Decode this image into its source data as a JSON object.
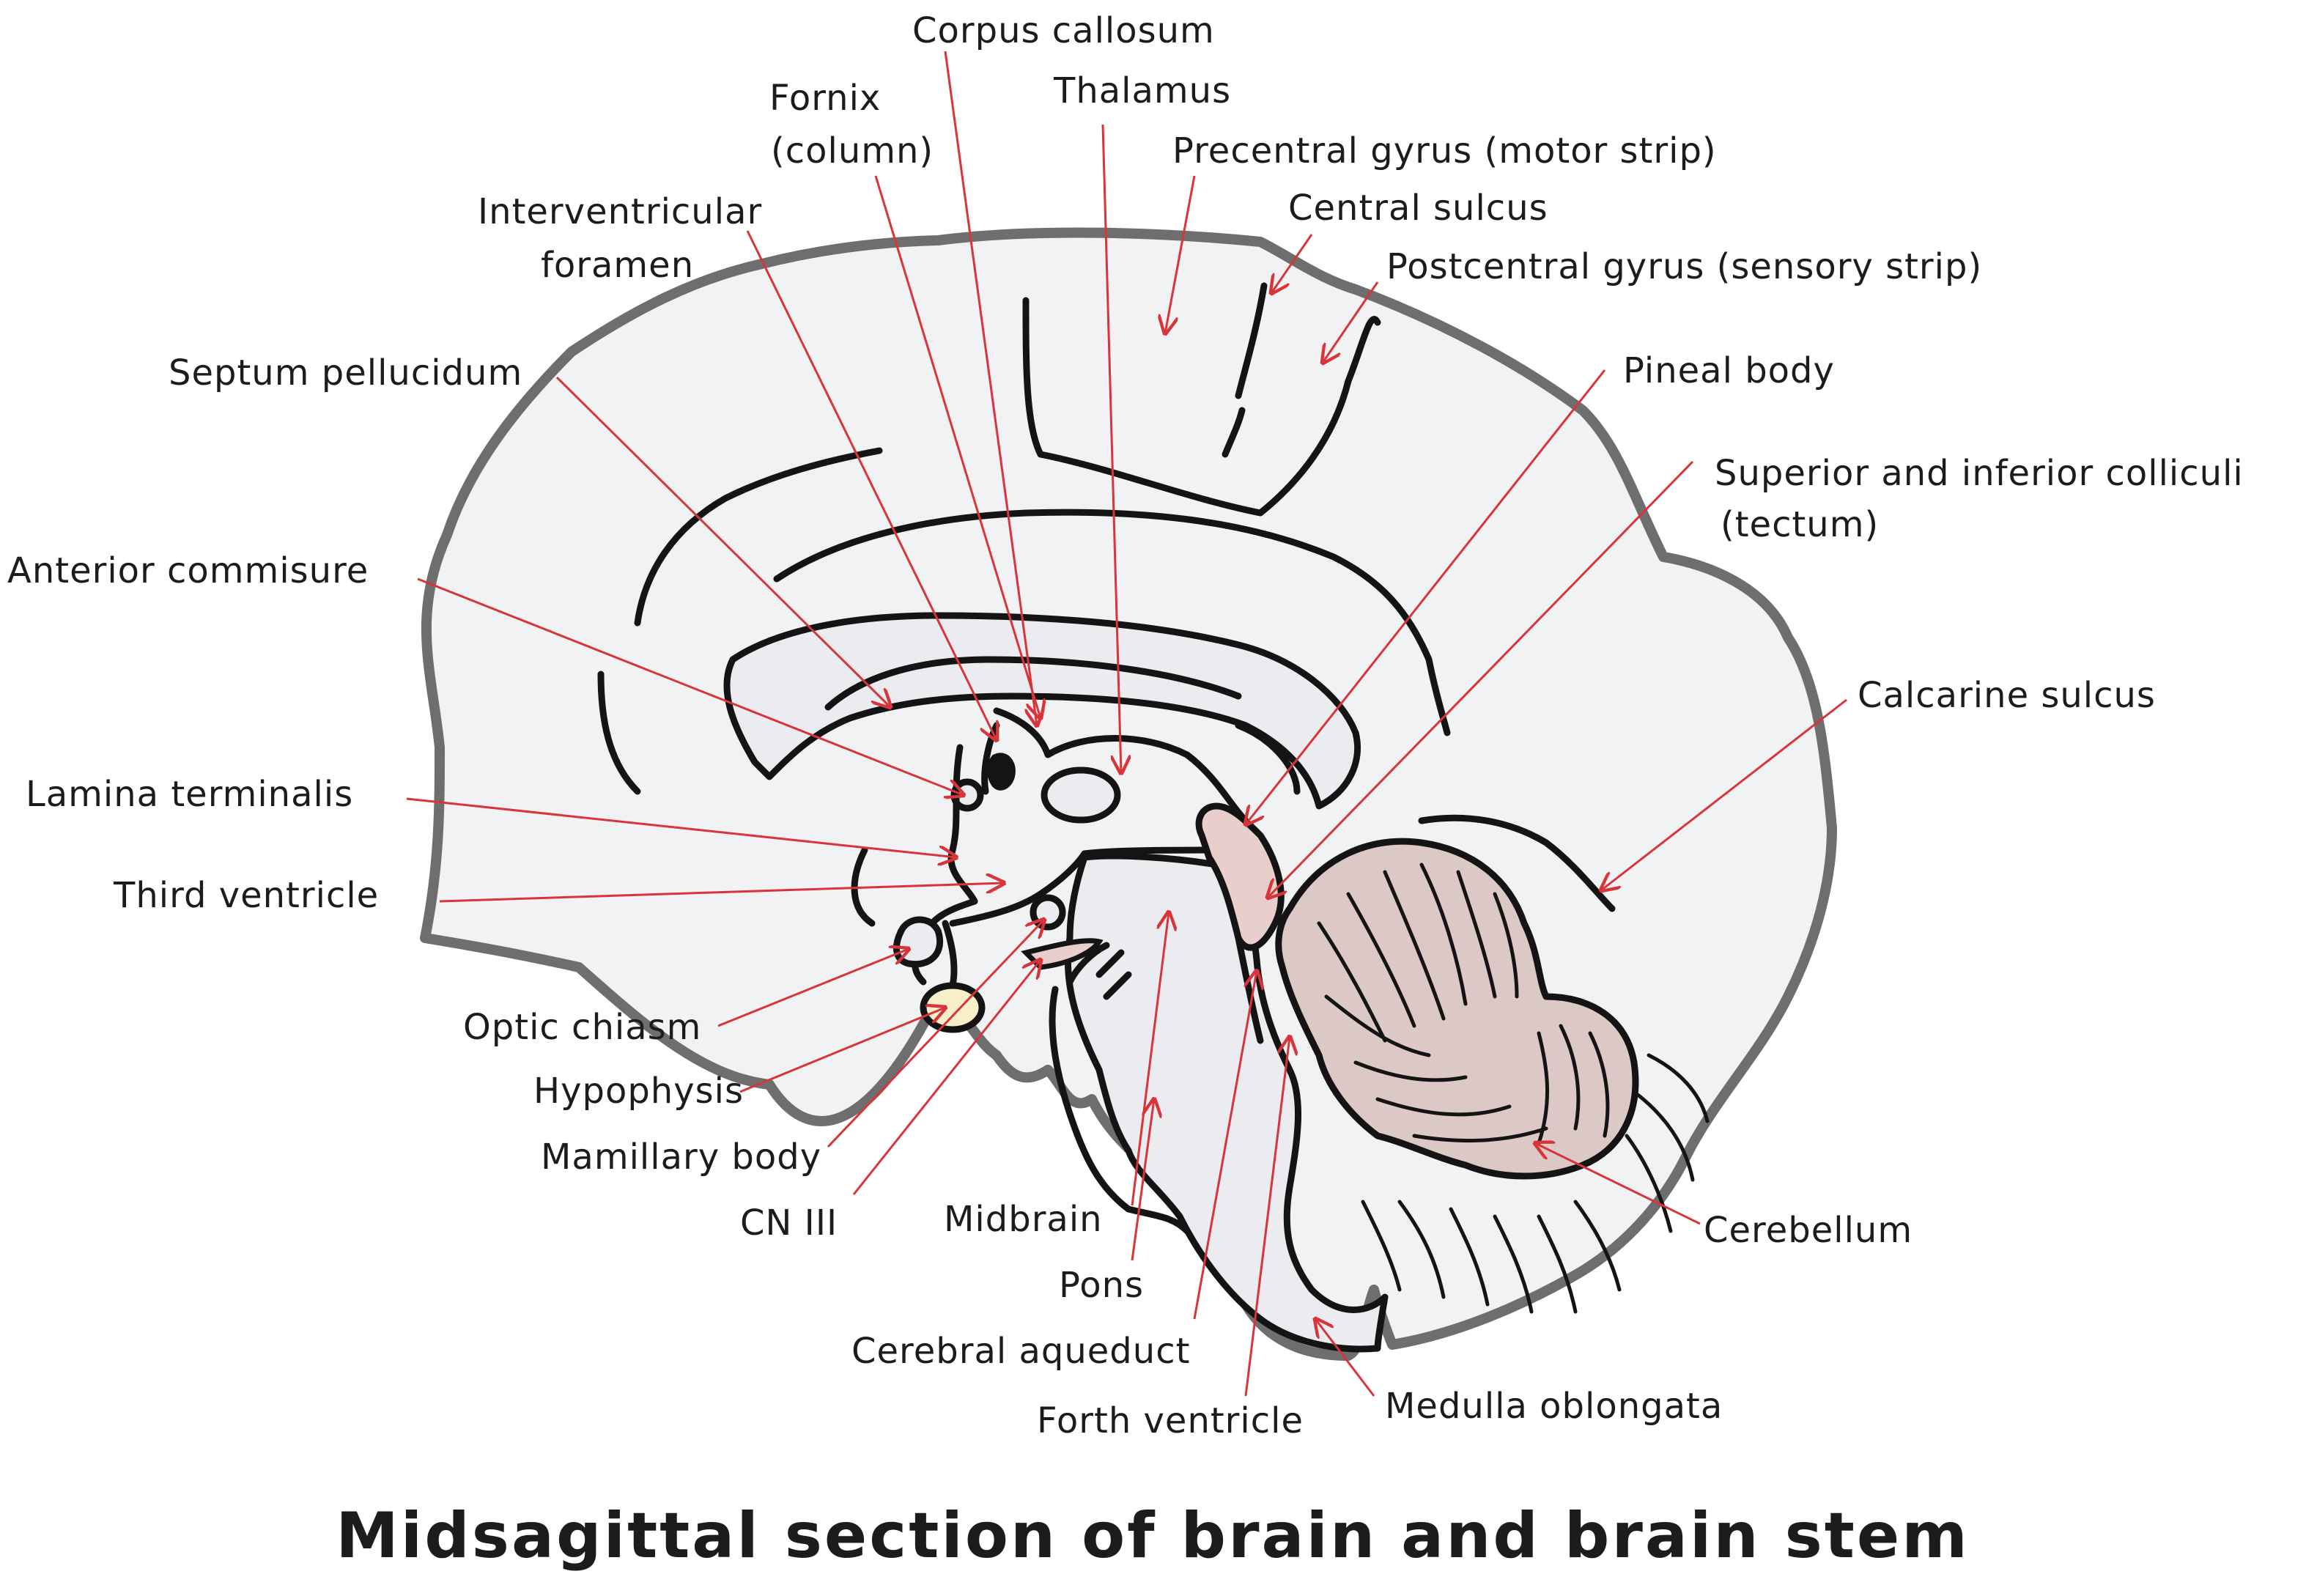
{
  "diagram": {
    "title": "Midsagittal section of brain and brain stem",
    "labels": {
      "corpus_callosum": "Corpus callosum",
      "fornix_line1": "Fornix",
      "fornix_line2": "(column)",
      "thalamus": "Thalamus",
      "precentral_gyrus": "Precentral gyrus (motor strip)",
      "central_sulcus": "Central sulcus",
      "postcentral_gyrus": "Postcentral gyrus (sensory strip)",
      "interventricular_line1": "Interventricular",
      "interventricular_line2": "foramen",
      "septum_pellucidum": "Septum pellucidum",
      "pineal_body": "Pineal body",
      "colliculi_line1": "Superior and inferior colliculi",
      "colliculi_line2": "(tectum)",
      "anterior_commisure": "Anterior commisure",
      "calcarine_sulcus": "Calcarine sulcus",
      "lamina_terminalis": "Lamina terminalis",
      "third_ventricle": "Third ventricle",
      "optic_chiasm": "Optic chiasm",
      "hypophysis": "Hypophysis",
      "mamillary_body": "Mamillary body",
      "cn_iii": "CN III",
      "midbrain": "Midbrain",
      "pons": "Pons",
      "cerebral_aqueduct": "Cerebral aqueduct",
      "forth_ventricle": "Forth ventricle",
      "medulla_oblongata": "Medulla oblongata",
      "cerebellum": "Cerebellum"
    },
    "colors": {
      "brain_fill": "#f1f2f4",
      "outline": "#6e6e6e",
      "ink": "#141414",
      "leader": "#d8343a",
      "cerebellum_fill": "#dcc8c4",
      "hypophysis_fill": "#f6efc9",
      "tectum_fill": "#e9cfcb"
    }
  }
}
